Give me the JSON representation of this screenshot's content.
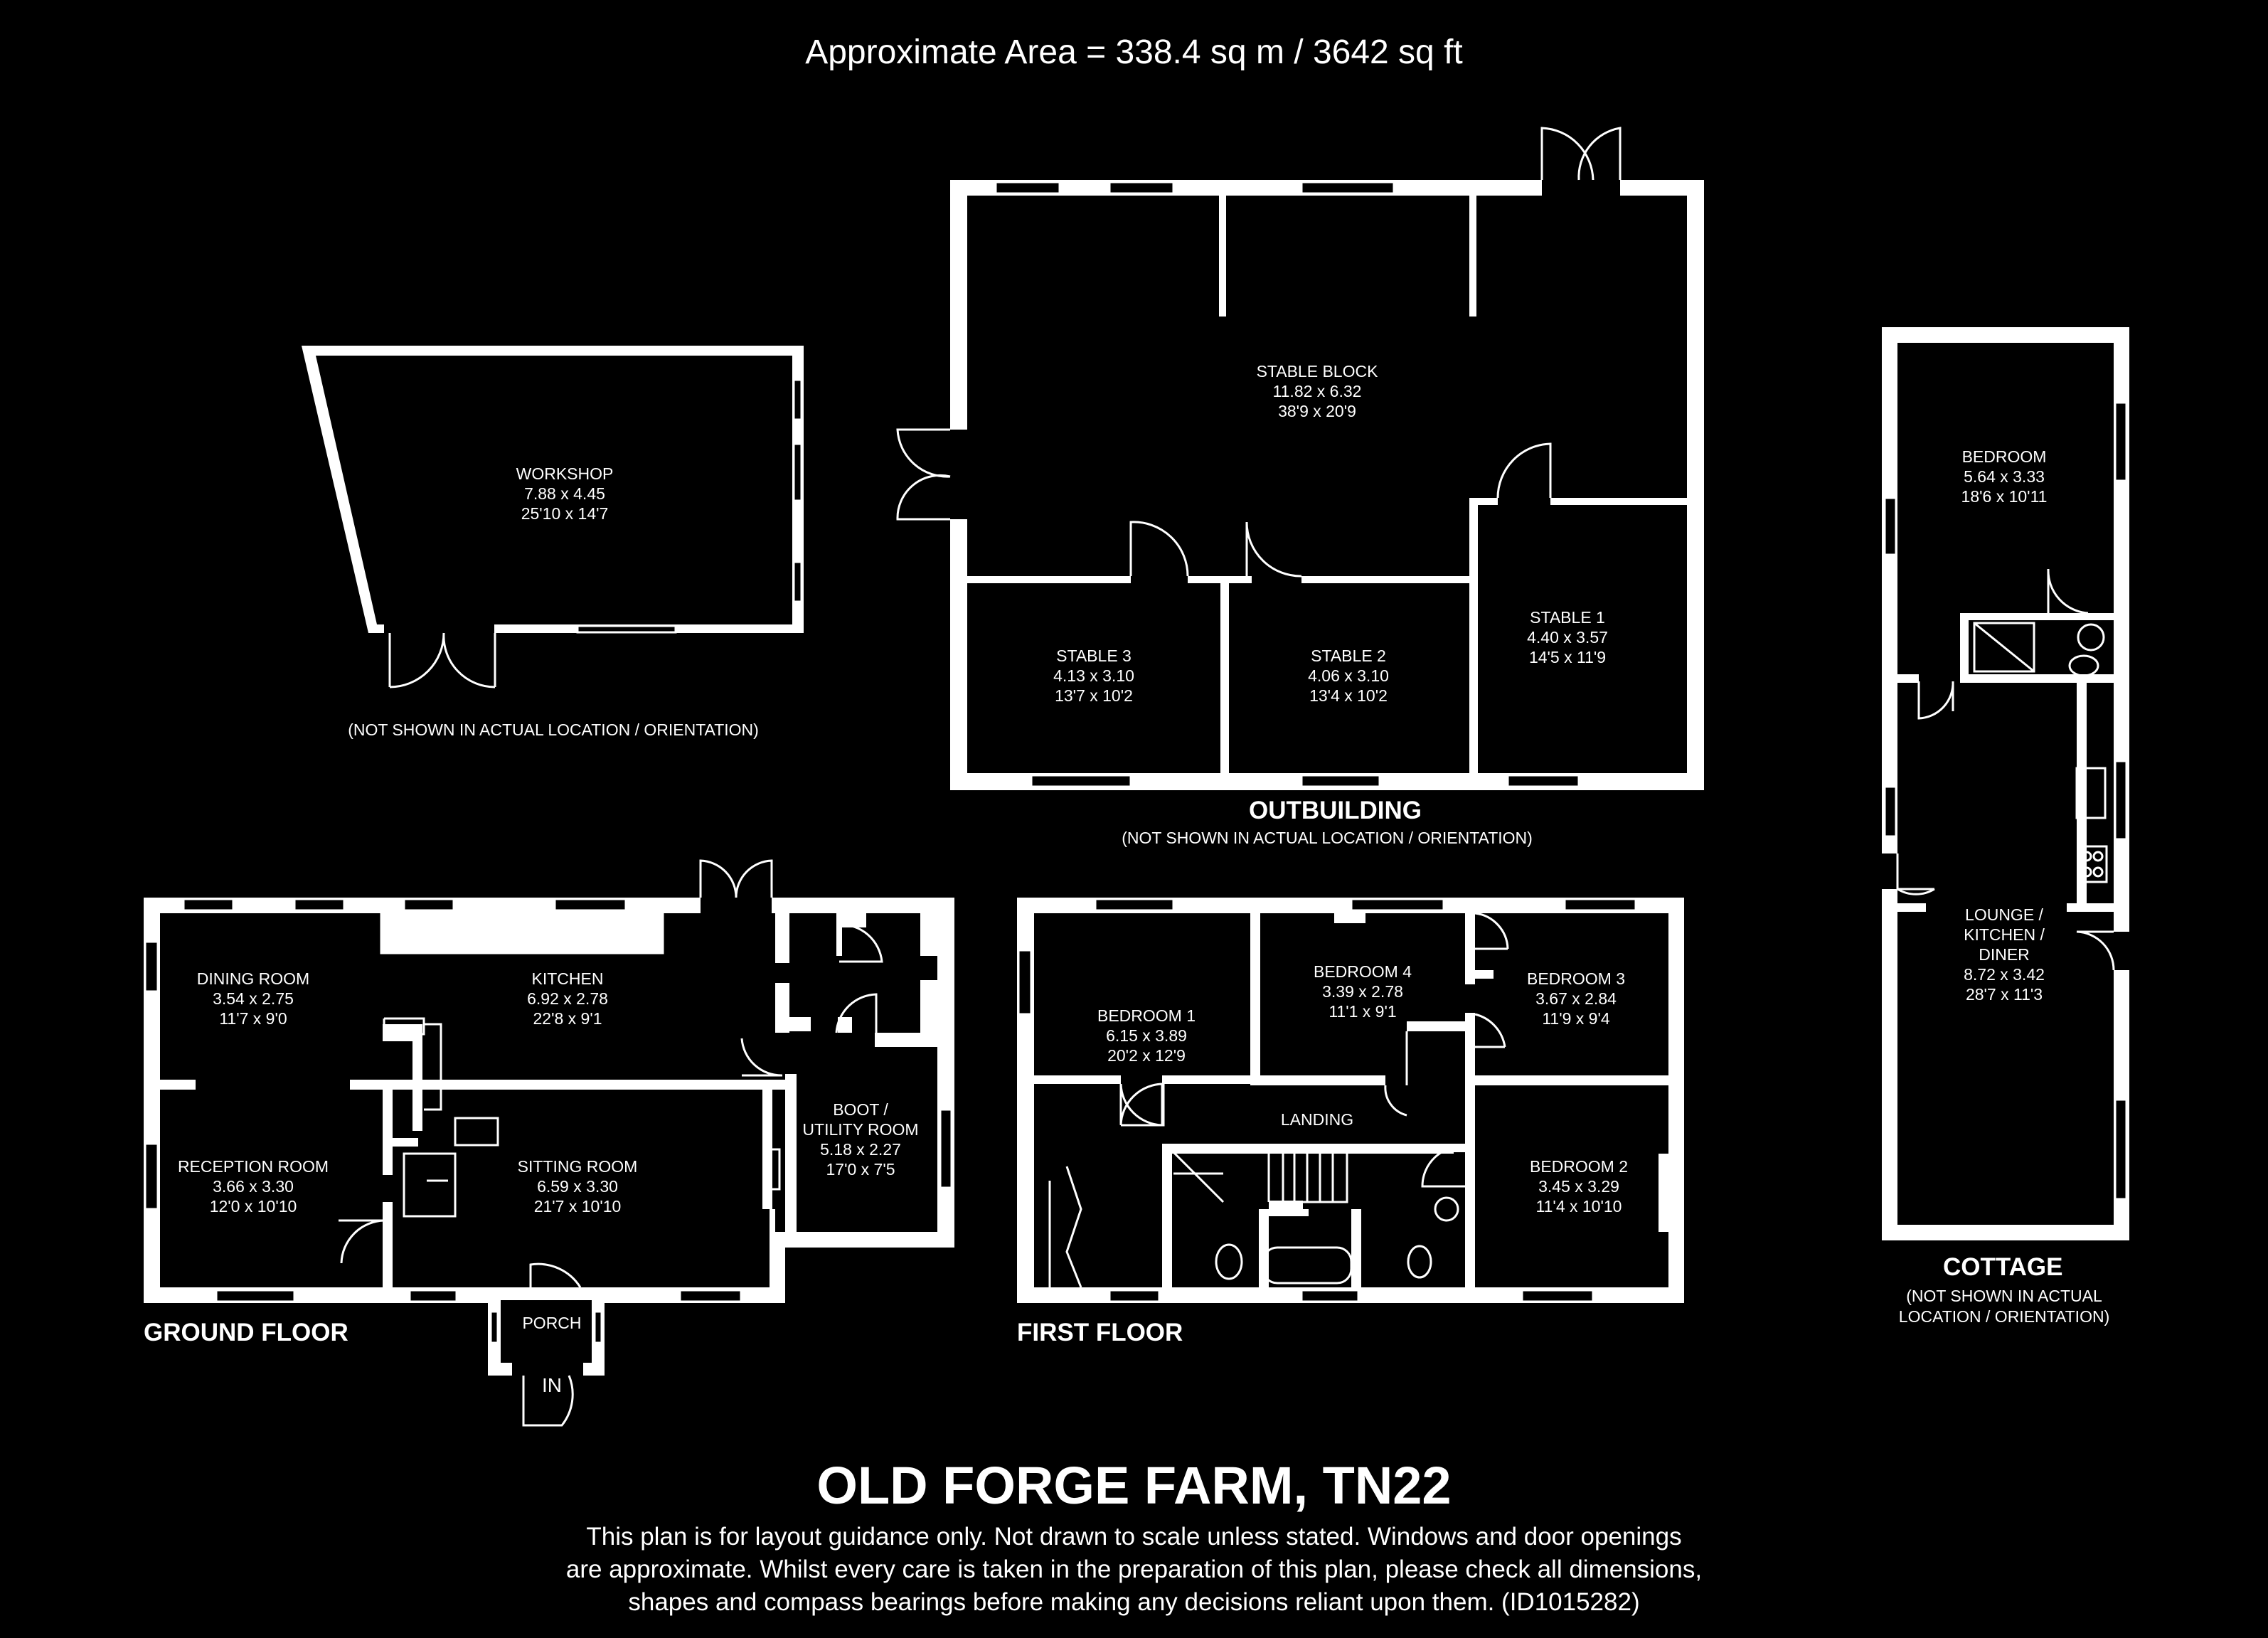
{
  "header": {
    "area": "Approximate Area = 338.4 sq m / 3642 sq ft"
  },
  "footer": {
    "title": "OLD FORGE FARM, TN22",
    "disclaimer": [
      "This plan is for layout guidance only. Not drawn to scale unless stated. Windows and door openings",
      "are approximate. Whilst every care is taken in the preparation of this plan, please check all dimensions,",
      "shapes and compass bearings before making any decisions reliant upon them. (ID1015282)"
    ]
  },
  "plans": {
    "ground_floor": "GROUND FLOOR",
    "first_floor": "FIRST FLOOR",
    "outbuilding": "OUTBUILDING",
    "cottage": "COTTAGE"
  },
  "notes": {
    "workshop": "(NOT SHOWN IN ACTUAL LOCATION / ORIENTATION)",
    "outbuilding": "(NOT SHOWN IN ACTUAL LOCATION / ORIENTATION)",
    "cottage_line1": "(NOT SHOWN IN ACTUAL",
    "cottage_line2": "LOCATION / ORIENTATION)"
  },
  "entrance_label": "IN",
  "rooms": {
    "workshop": {
      "name": "WORKSHOP",
      "metric": "7.88 x 4.45",
      "imperial": "25'10 x 14'7"
    },
    "stable_block": {
      "name": "STABLE BLOCK",
      "metric": "11.82 x 6.32",
      "imperial": "38'9 x 20'9"
    },
    "stable_3": {
      "name": "STABLE 3",
      "metric": "4.13 x 3.10",
      "imperial": "13'7 x 10'2"
    },
    "stable_2": {
      "name": "STABLE 2",
      "metric": "4.06 x 3.10",
      "imperial": "13'4 x 10'2"
    },
    "stable_1": {
      "name": "STABLE 1",
      "metric": "4.40 x 3.57",
      "imperial": "14'5 x 11'9"
    },
    "dining_room": {
      "name": "DINING ROOM",
      "metric": "3.54 x 2.75",
      "imperial": "11'7 x 9'0"
    },
    "kitchen": {
      "name": "KITCHEN",
      "metric": "6.92 x 2.78",
      "imperial": "22'8 x 9'1"
    },
    "reception_room": {
      "name": "RECEPTION ROOM",
      "metric": "3.66 x 3.30",
      "imperial": "12'0 x 10'10"
    },
    "sitting_room": {
      "name": "SITTING ROOM",
      "metric": "6.59 x 3.30",
      "imperial": "21'7 x 10'10"
    },
    "boot_room": {
      "name1": "BOOT /",
      "name2": "UTILITY ROOM",
      "metric": "5.18 x 2.27",
      "imperial": "17'0 x 7'5"
    },
    "porch": {
      "name": "PORCH"
    },
    "bedroom_1": {
      "name": "BEDROOM 1",
      "metric": "6.15 x 3.89",
      "imperial": "20'2 x 12'9"
    },
    "bedroom_4": {
      "name": "BEDROOM 4",
      "metric": "3.39 x 2.78",
      "imperial": "11'1 x 9'1"
    },
    "bedroom_3": {
      "name": "BEDROOM 3",
      "metric": "3.67 x 2.84",
      "imperial": "11'9 x 9'4"
    },
    "bedroom_2": {
      "name": "BEDROOM 2",
      "metric": "3.45 x 3.29",
      "imperial": "11'4 x 10'10"
    },
    "landing": {
      "name": "LANDING"
    },
    "cottage_bedroom": {
      "name": "BEDROOM",
      "metric": "5.64 x 3.33",
      "imperial": "18'6 x 10'11"
    },
    "lounge": {
      "name1": "LOUNGE /",
      "name2": "KITCHEN /",
      "name3": "DINER",
      "metric": "8.72 x 3.42",
      "imperial": "28'7 x 11'3"
    }
  }
}
